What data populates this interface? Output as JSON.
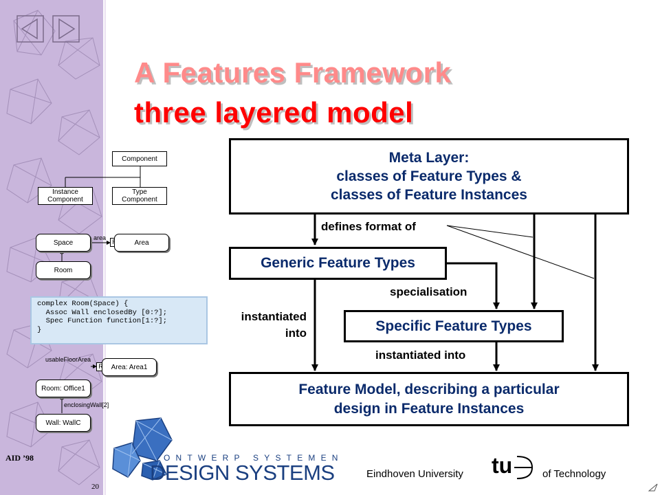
{
  "title": {
    "line1": "A Features Framework",
    "line2": "three layered model"
  },
  "colors": {
    "title_line1": "#ff8a8a",
    "title_line2": "#ff0000",
    "box_text": "#0a2a6b",
    "sidebar": "#c9b6dc"
  },
  "nav": {
    "prev_icon": "triangle-left-icon",
    "next_icon": "triangle-right-icon"
  },
  "diagram": {
    "meta_layer": [
      "Meta Layer:",
      "classes of Feature Types &",
      "classes of Feature Instances"
    ],
    "generic": "Generic Feature Types",
    "specific": "Specific Feature Types",
    "feature_model": [
      "Feature Model, describing a particular",
      "design in Feature Instances"
    ],
    "labels": {
      "defines_format": "defines format of",
      "specialisation": "specialisation",
      "instantiated_into_left": [
        "instantiated",
        "into"
      ],
      "instantiated_into_right": "instantiated into"
    }
  },
  "uml": {
    "component": "Component",
    "instance_component": [
      "Instance",
      "Component"
    ],
    "type_component": [
      "Type",
      "Component"
    ],
    "space": "Space",
    "area": "Area",
    "area_role": "area",
    "room": "Room",
    "r_marker": "R",
    "usable_floor_area": "usableFloorArea",
    "area1": "Area: Area1",
    "office1": "Room: Office1",
    "enclosing_wall": "enclosingWall[2]",
    "wallc": "Wall: WallC"
  },
  "code": [
    "complex Room(Space) {",
    "  Assoc Wall enclosedBy [0:?];",
    "  Spec Function function[1:?];",
    "}"
  ],
  "footer": {
    "aid": "AID ’98",
    "page": "20",
    "logo_top": "ONTWERP SYSTEMEN",
    "logo_main": "DESIGN SYSTEMS",
    "univ_left": "Eindhoven University",
    "tue": "tu",
    "univ_right": "of Technology"
  }
}
